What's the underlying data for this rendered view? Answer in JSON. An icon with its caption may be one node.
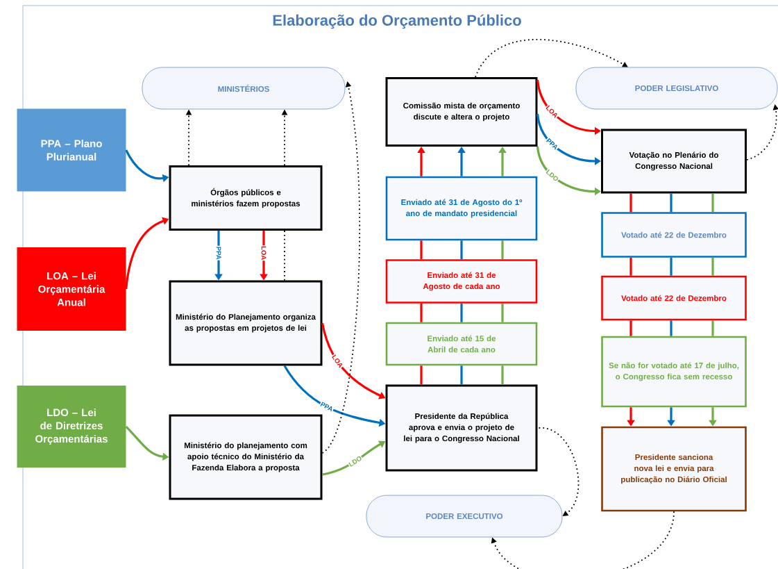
{
  "diagram": {
    "title": "Elaboração do Orçamento Público",
    "nodes": [
      {
        "text": [
          "MINISTÉRIOS"
        ]
      },
      {
        "text": [
          "PODER LEGISLATIVO"
        ]
      },
      {
        "text": [
          "PODER EXECUTIVO"
        ]
      },
      {
        "text": [
          "PPA – Plano Plurianual"
        ]
      },
      {
        "text": [
          "LOA – Lei Orçamentária Anual"
        ]
      },
      {
        "text": [
          "LDO – Lei de Diretrizes Orçamentárias"
        ]
      },
      {
        "text": [
          "Órgãos públicos e ministérios fazem propostas"
        ]
      },
      {
        "text": [
          "Ministério do Planejamento organiza as propostas em projetos de lei"
        ]
      },
      {
        "text": [
          "Ministério do planejamento com apoio técnico do Ministério da Fazenda Elabora a proposta"
        ]
      },
      {
        "text": [
          "Comissão mista de orçamento discute e altera o projeto"
        ]
      },
      {
        "text": [
          "Enviado até 31 de Agosto do 1º ano de mandato presidencial"
        ]
      },
      {
        "text": [
          "Enviado até 31 de Agosto de cada ano"
        ]
      },
      {
        "text": [
          "Enviado até 15 de Abril de cada ano"
        ]
      },
      {
        "text": [
          "Presidente da República aprova e envia o projeto de lei para o Congresso Nacional"
        ]
      },
      {
        "text": [
          "Votação no Plenário do Congresso Nacional"
        ]
      },
      {
        "text": [
          "Votado até 22 de Dezembro"
        ]
      },
      {
        "text": [
          "Votado até 22 de Dezembro"
        ]
      },
      {
        "text": [
          "Se não for votado até 17 de julho, o Congresso fica sem recesso"
        ]
      },
      {
        "text": [
          "Presidente sanciona nova lei e envia para publicação no Diário Oficial"
        ]
      }
    ],
    "edges": [
      {
        "from": 3,
        "to": 6,
        "arrow": "to",
        "color": "#0070c0"
      },
      {
        "from": 4,
        "to": 6,
        "arrow": "to",
        "color": "#ff0000"
      },
      {
        "from": 5,
        "to": 8,
        "arrow": "to",
        "color": "#70ad47"
      },
      {
        "from": 6,
        "to": 0,
        "arrow": "to",
        "style": "dashed",
        "color": "#000000"
      },
      {
        "from": 6,
        "to": 0,
        "arrow": "to",
        "style": "dashed",
        "color": "#000000"
      },
      {
        "from": 7,
        "to": 6,
        "arrow": "none",
        "style": "dashed",
        "color": "#000000"
      },
      {
        "from": 6,
        "to": 7,
        "arrow": "to",
        "label": "PPA",
        "color": "#0070c0"
      },
      {
        "from": 6,
        "to": 7,
        "arrow": "to",
        "label": "LOA",
        "color": "#ff0000"
      },
      {
        "from": 7,
        "to": 13,
        "arrow": "to",
        "label": "LOA",
        "color": "#ff0000"
      },
      {
        "from": 7,
        "to": 13,
        "arrow": "to",
        "label": "PPA",
        "color": "#0070c0"
      },
      {
        "from": 8,
        "to": 13,
        "arrow": "to",
        "label": "LDO",
        "color": "#70ad47"
      },
      {
        "from": 8,
        "to": 0,
        "arrow": "to",
        "style": "dashed",
        "color": "#000000"
      },
      {
        "from": 13,
        "to": 12,
        "arrow": "none",
        "color": "#ff0000"
      },
      {
        "from": 12,
        "to": 11,
        "arrow": "none",
        "color": "#ff0000"
      },
      {
        "from": 11,
        "to": 10,
        "arrow": "none",
        "color": "#ff0000"
      },
      {
        "from": 10,
        "to": 9,
        "arrow": "to",
        "color": "#ff0000"
      },
      {
        "from": 13,
        "to": 12,
        "arrow": "none",
        "color": "#0070c0"
      },
      {
        "from": 12,
        "to": 11,
        "arrow": "none",
        "color": "#0070c0"
      },
      {
        "from": 11,
        "to": 10,
        "arrow": "none",
        "color": "#0070c0"
      },
      {
        "from": 10,
        "to": 9,
        "arrow": "to",
        "color": "#0070c0"
      },
      {
        "from": 13,
        "to": 12,
        "arrow": "none",
        "color": "#70ad47"
      },
      {
        "from": 12,
        "to": 11,
        "arrow": "none",
        "color": "#70ad47"
      },
      {
        "from": 11,
        "to": 10,
        "arrow": "none",
        "color": "#70ad47"
      },
      {
        "from": 10,
        "to": 9,
        "arrow": "to",
        "color": "#70ad47"
      },
      {
        "from": 14,
        "to": 15,
        "arrow": "none",
        "color": "#ff0000"
      },
      {
        "from": 15,
        "to": 16,
        "arrow": "none",
        "color": "#ff0000"
      },
      {
        "from": 16,
        "to": 17,
        "arrow": "none",
        "color": "#ff0000"
      },
      {
        "from": 17,
        "to": 18,
        "arrow": "to",
        "color": "#ff0000"
      },
      {
        "from": 14,
        "to": 15,
        "arrow": "none",
        "color": "#0070c0"
      },
      {
        "from": 15,
        "to": 16,
        "arrow": "none",
        "color": "#0070c0"
      },
      {
        "from": 16,
        "to": 17,
        "arrow": "none",
        "color": "#0070c0"
      },
      {
        "from": 17,
        "to": 18,
        "arrow": "to",
        "color": "#0070c0"
      },
      {
        "from": 14,
        "to": 15,
        "arrow": "none",
        "color": "#70ad47"
      },
      {
        "from": 15,
        "to": 16,
        "arrow": "none",
        "color": "#70ad47"
      },
      {
        "from": 16,
        "to": 17,
        "arrow": "none",
        "color": "#70ad47"
      },
      {
        "from": 17,
        "to": 18,
        "arrow": "to",
        "color": "#70ad47"
      },
      {
        "from": 9,
        "to": 14,
        "arrow": "to",
        "label": "LOA",
        "color": "#ff0000"
      },
      {
        "from": 9,
        "to": 14,
        "arrow": "to",
        "label": "PPA",
        "color": "#0070c0"
      },
      {
        "from": 9,
        "to": 14,
        "arrow": "to",
        "label": "LDO",
        "color": "#70ad47"
      },
      {
        "from": 9,
        "to": 1,
        "arrow": "to",
        "style": "dashed",
        "color": "#000000"
      },
      {
        "from": 14,
        "to": 1,
        "arrow": "to",
        "style": "dashed",
        "color": "#000000"
      },
      {
        "from": 13,
        "to": 2,
        "arrow": "to",
        "style": "dashed",
        "color": "#000000"
      },
      {
        "from": 18,
        "to": 2,
        "arrow": "to",
        "style": "dashed",
        "color": "#000000"
      }
    ]
  }
}
